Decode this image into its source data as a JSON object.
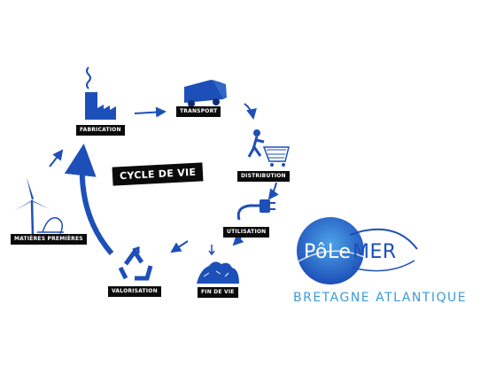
{
  "cycle": {
    "title": "CYCLE DE VIE",
    "stages": [
      {
        "id": "fabrication",
        "label": "FABRICATION"
      },
      {
        "id": "transport",
        "label": "TRANSPORT"
      },
      {
        "id": "distribution",
        "label": "DISTRIBUTION"
      },
      {
        "id": "utilisation",
        "label": "UTILISATION"
      },
      {
        "id": "fin-de-vie",
        "label": "FIN DE VIE"
      },
      {
        "id": "valorisation",
        "label": "VALORISATION"
      },
      {
        "id": "matieres-premieres",
        "label": "MATIÈRES PREMIÈRES"
      }
    ]
  },
  "logo": {
    "name_part1": "PôLe",
    "name_part2": "MER",
    "subtitle": "BRETAGNE ATLANTIQUE"
  },
  "colors": {
    "primary_blue": "#1d4fb8",
    "light_blue": "#3b9bd9",
    "label_bg": "#0b0b0b"
  }
}
